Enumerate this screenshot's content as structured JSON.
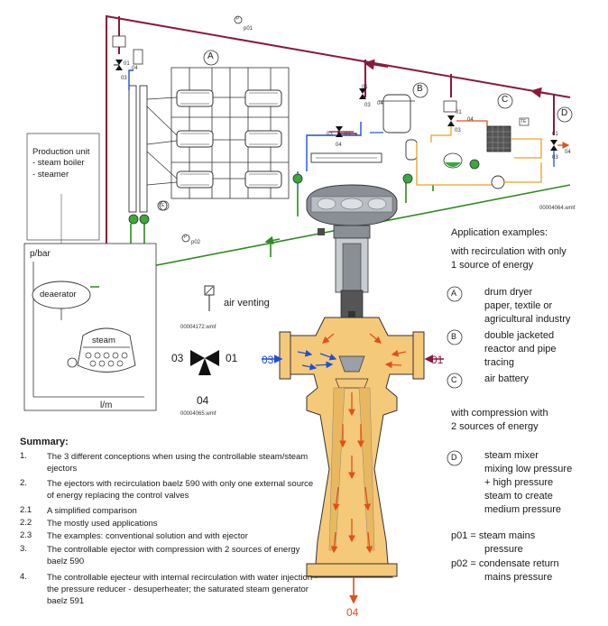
{
  "production_unit": {
    "title": "Production unit",
    "items": [
      "- steam boiler",
      "- steamer"
    ]
  },
  "boiler": {
    "axis_y": "p/bar",
    "axis_x": "l/m",
    "deaerator": "deaerator",
    "steam": "steam"
  },
  "legend_icons": {
    "air_venting": "air venting",
    "file1": "00004172.wmf",
    "file2": "00004065.wmf",
    "file3": "00004064.wmf",
    "port_03": "03",
    "port_01": "01",
    "port_04": "04"
  },
  "labels": {
    "p01": "p01",
    "p02": "p02",
    "p_gauge": "P",
    "te": "TE",
    "A": "A",
    "B": "B",
    "C": "C",
    "D": "D",
    "v01": "01",
    "v03": "03",
    "v04": "04"
  },
  "ejector": {
    "inlet_left": "03",
    "inlet_right": "01",
    "outlet": "04"
  },
  "applications": {
    "heading": "Application examples:",
    "recirc_heading": [
      "with recirculation with only",
      "1 source of energy"
    ],
    "A": [
      "drum dryer",
      "paper, textile or",
      "agricultural industry"
    ],
    "B": [
      "double jacketed",
      "reactor and pipe",
      "tracing"
    ],
    "C": [
      "air battery"
    ],
    "compression_heading": [
      "with compression with",
      "2 sources of energy"
    ],
    "D": [
      "steam mixer",
      "mixing low pressure",
      "+ high pressure",
      "steam to create",
      "medium pressure"
    ],
    "p01_def": [
      "p01 = steam mains",
      "pressure"
    ],
    "p02_def": [
      "p02 = condensate return",
      "mains pressure"
    ]
  },
  "summary": {
    "title": "Summary:",
    "items": [
      {
        "num": "1.",
        "text": "The 3 different conceptions when using the controllable steam/steam ejectors"
      },
      {
        "num": "2.",
        "text": "The ejectors with recirculation baelz 590 with only one external source of energy replacing the control valves"
      },
      {
        "num": "2.1",
        "text": "A simplified comparison"
      },
      {
        "num": "2.2",
        "text": "The mostly used applications"
      },
      {
        "num": "2.3",
        "text": "The examples: conventional solution and with ejector"
      },
      {
        "num": "3.",
        "text": "The controllable ejector with compression with 2 sources of energy baelz 590"
      },
      {
        "num": "4.",
        "text": "The controllable ejecteur with internal recirculation with water injection - the pressure reducer - desuperheater; the saturated steam generator baelz 591"
      }
    ]
  },
  "colors": {
    "steam_line": "#8b1a3a",
    "condensate_line": "#2e8b1e",
    "blue_line": "#1f4fd6",
    "orange_line": "#f0a020",
    "ejector_body": "#f5c97a",
    "flow_arrow": "#e0501a"
  }
}
